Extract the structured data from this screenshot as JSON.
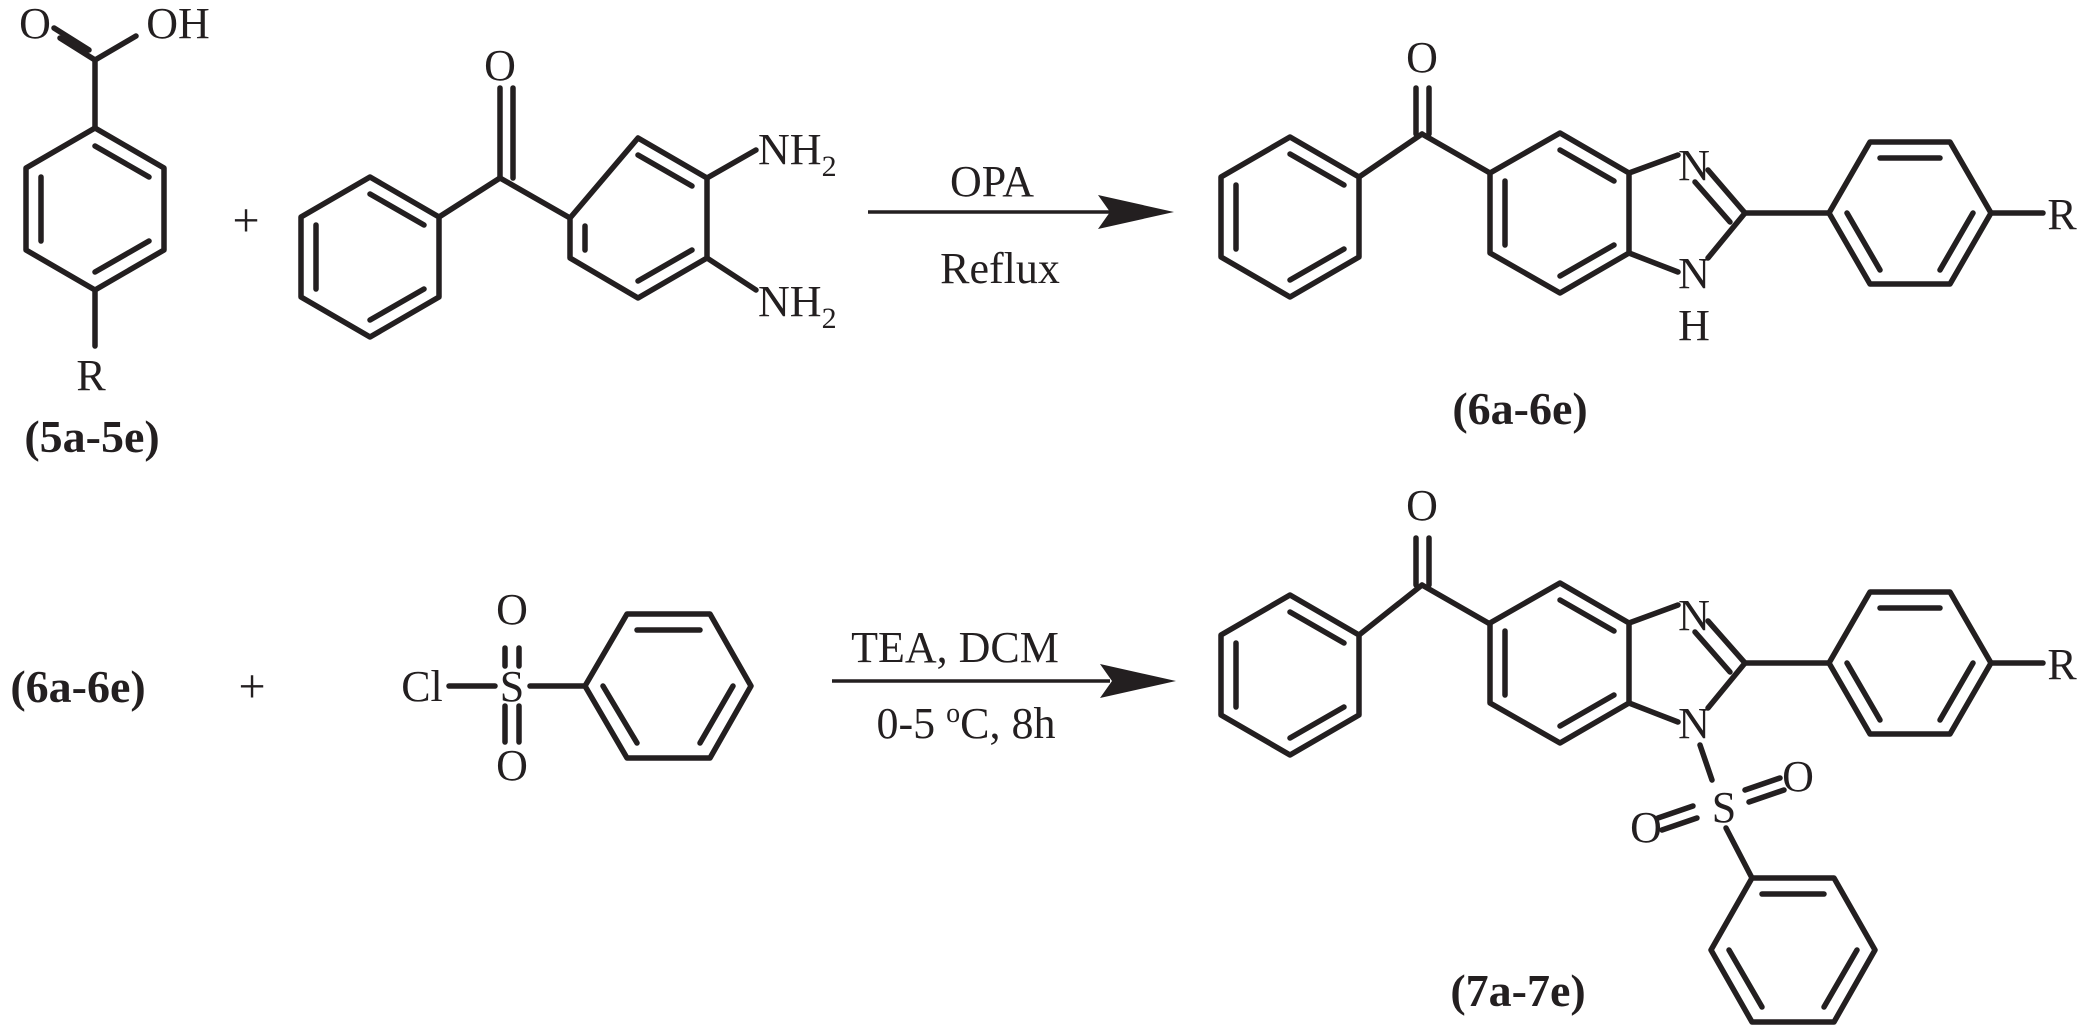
{
  "atoms": {
    "oxygen": "O",
    "hydroxyl": "OH",
    "amine": "NH",
    "amine_subscript": "2",
    "nitrogen": "N",
    "hydrogen": "H",
    "substituent": "R",
    "sulfur": "S",
    "chlorine": "Cl"
  },
  "operators": {
    "plus": "+"
  },
  "reaction1": {
    "reagent": "OPA",
    "condition": "Reflux",
    "reactant_label": "(5a-5e)",
    "product_label": "(6a-6e)"
  },
  "reaction2": {
    "reactant_label": "(6a-6e)",
    "reagents": "TEA, DCM",
    "condition_temp_main": "0-5 ",
    "condition_degree": "o",
    "condition_temp_rest": "C, 8h",
    "product_label": "(7a-7e)"
  }
}
